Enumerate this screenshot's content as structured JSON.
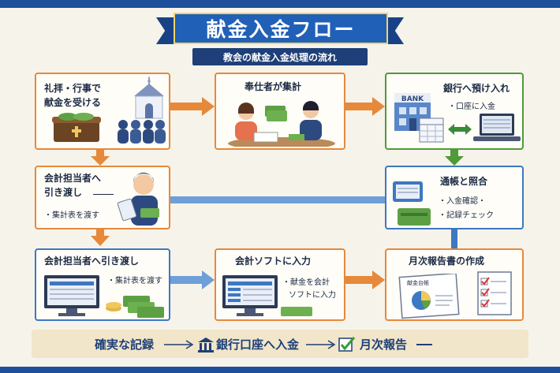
{
  "header": {
    "title": "献金入金フロー",
    "subtitle": "教会の献金入金処理の流れ"
  },
  "steps": {
    "worship": {
      "line1": "礼拝・行事で",
      "line2": "献金を受ける"
    },
    "volunteers": {
      "title": "奉仕者が集計"
    },
    "bank_deposit": {
      "title": "銀行へ預け入れ",
      "bullet": "・口座に入金",
      "bank_sign": "BANK"
    },
    "handover1": {
      "line1": "会計担当者へ",
      "line2": "引き渡し",
      "bullet": "・集計表を渡す"
    },
    "passbook": {
      "title": "通帳と照合",
      "bullet1": "・入金確認・",
      "bullet2": "・記録チェック"
    },
    "handover2": {
      "title": "会計担当者へ引き渡し",
      "bullet": "・集計表を渡す"
    },
    "software": {
      "title": "会計ソフトに入力",
      "bullet1": "・献金を会計",
      "bullet2": "ソフトに入力"
    },
    "report": {
      "title": "月次報告書の作成",
      "doc_label": "献金台帳"
    }
  },
  "footer": {
    "item1": "確実な記録",
    "item2": "銀行口座へ入金",
    "item3": "月次報告"
  },
  "colors": {
    "orange": "#e6893a",
    "green": "#4f9a3a",
    "blue": "#3d78c2",
    "navy": "#1e3f78"
  },
  "icons": [
    "church-icon",
    "offering-box-icon",
    "people-icon",
    "money-icon",
    "bank-icon",
    "calendar-icon",
    "laptop-icon",
    "passbook-icon",
    "card-icon",
    "accountant-icon",
    "monitor-icon",
    "report-icon",
    "checklist-icon",
    "check-icon"
  ]
}
